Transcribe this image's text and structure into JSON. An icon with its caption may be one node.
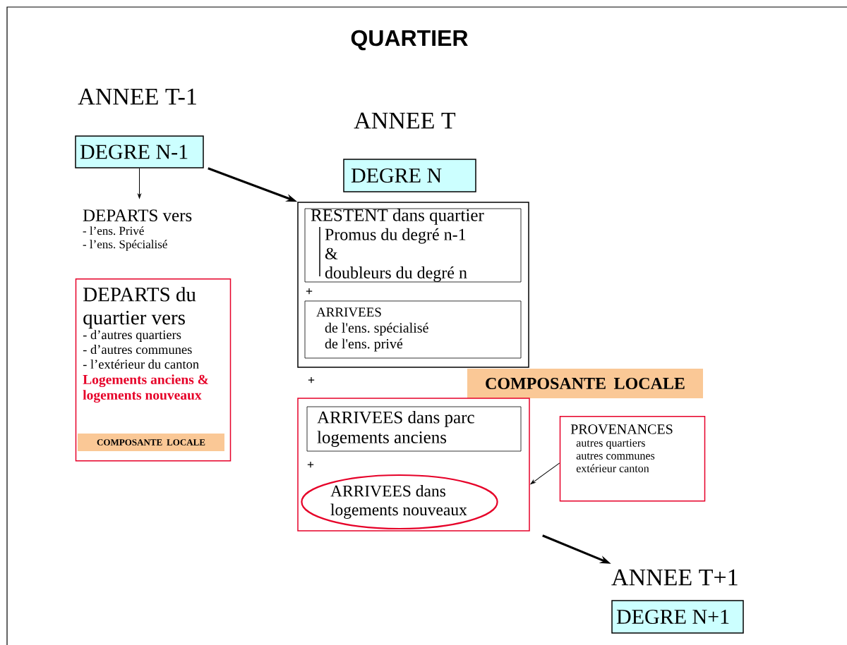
{
  "diagram": {
    "title": "QUARTIER",
    "nodes": [
      {
        "text": [
          "DEGRE N-1"
        ]
      },
      {
        "text": [
          "DEPARTS vers",
          "- l’ens. Privé",
          "- l’ens. Spécialisé"
        ]
      },
      {
        "text": [
          "DEPARTS du quartier vers",
          "- d’autres quartiers",
          "- d’autres communes",
          "- l’extérieur du canton",
          "Logements anciens & logements nouveaux"
        ]
      },
      {
        "text": [
          "COMPOSANTE LOCALE"
        ],
        "in": 2
      },
      {
        "text": [
          "DEGRE N"
        ]
      },
      {
        "text": [],
        "shape": "box"
      },
      {
        "text": [
          "RESTENT dans quartier",
          "Promus du degré n-1",
          "&",
          "doubleurs du degré n"
        ],
        "in": 5
      },
      {
        "text": [
          "ARRIVEES",
          "de l'ens. spécialisé",
          "de l'ens. privé"
        ],
        "in": 5
      },
      {
        "text": [
          "COMPOSANTE LOCALE"
        ]
      },
      {
        "text": [],
        "shape": "box"
      },
      {
        "text": [
          "ARRIVEES dans parc logements anciens"
        ],
        "in": 9
      },
      {
        "text": [
          "ARRIVEES dans logements nouveaux"
        ],
        "in": 9
      },
      {
        "text": [
          "PROVENANCES",
          "autres quartiers",
          "autres communes",
          "extérieur canton"
        ]
      },
      {
        "text": [
          "ANNEE T+1"
        ]
      },
      {
        "text": [
          "DEGRE N+1"
        ]
      }
    ],
    "edges": [
      {
        "from": 0,
        "to": 1,
        "arrow": "to"
      },
      {
        "from": 0,
        "to": 5,
        "arrow": "to",
        "style": "thick"
      },
      {
        "from": 12,
        "to": 9,
        "arrow": "to"
      },
      {
        "from": 9,
        "to": 13,
        "arrow": "to",
        "style": "thick"
      }
    ],
    "labels": [
      "ANNEE T-1",
      "ANNEE T",
      "+",
      "+",
      "+"
    ]
  }
}
